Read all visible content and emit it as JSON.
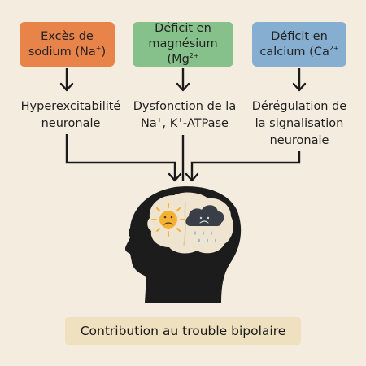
{
  "colors": {
    "background": "#f5ece0",
    "sodium_box": "#e8834a",
    "magnesium_box": "#86c08a",
    "calcium_box": "#86aed0",
    "result_box": "#efe0c0",
    "head": "#1c1c1c",
    "brain": "#efe4cf",
    "sun": "#f2b233",
    "cloud": "#3a3f47",
    "rain": "#8fb3d8"
  },
  "causes": [
    {
      "line1": "Excès de",
      "line2": "sodium (Na",
      "sup": "+",
      "tail": ")"
    },
    {
      "line1": "Déficit en",
      "line2": "magnésium (Mg",
      "sup": "2+",
      "tail": ""
    },
    {
      "line1": "Déficit en",
      "line2": "calcium (Ca",
      "sup": "2+",
      "tail": ""
    }
  ],
  "effects": [
    {
      "line1": "Hyperexcitabilité",
      "line2": "neuronale"
    },
    {
      "line1": "Dysfonction de la",
      "line2a": "Na",
      "sup1": "+",
      "line2b": ", K",
      "sup2": "+",
      "line2c": "-ATPase"
    },
    {
      "line1": "Dérégulation de",
      "line2": "la signalisation",
      "line3": "neuronale"
    }
  ],
  "result": {
    "label": "Contribution au trouble bipolaire"
  },
  "icons": [
    "down-arrow-icon",
    "head-silhouette-icon",
    "sad-sun-icon",
    "sad-rain-cloud-icon"
  ]
}
